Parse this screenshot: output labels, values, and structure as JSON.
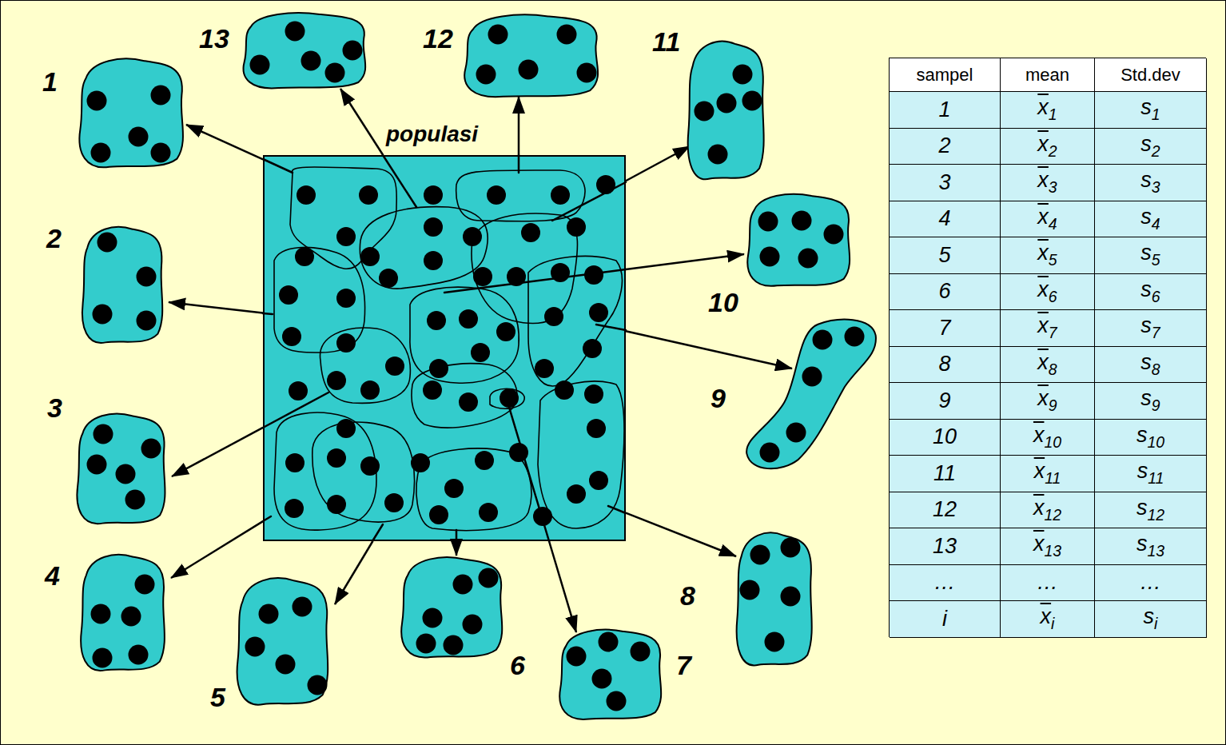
{
  "diagram": {
    "nodes": [
      {
        "text": [
          "populasi"
        ]
      },
      {
        "text": [
          "1"
        ]
      },
      {
        "text": [
          "2"
        ]
      },
      {
        "text": [
          "3"
        ]
      },
      {
        "text": [
          "4"
        ]
      },
      {
        "text": [
          "5"
        ]
      },
      {
        "text": [
          "6"
        ]
      },
      {
        "text": [
          "7"
        ]
      },
      {
        "text": [
          "8"
        ]
      },
      {
        "text": [
          "9"
        ]
      },
      {
        "text": [
          "10"
        ]
      },
      {
        "text": [
          "11"
        ]
      },
      {
        "text": [
          "12"
        ]
      },
      {
        "text": [
          "13"
        ]
      }
    ],
    "edges": [
      {
        "from": 0,
        "to": 1,
        "arrow": "to"
      },
      {
        "from": 0,
        "to": 2,
        "arrow": "to"
      },
      {
        "from": 0,
        "to": 3,
        "arrow": "to"
      },
      {
        "from": 0,
        "to": 4,
        "arrow": "to"
      },
      {
        "from": 0,
        "to": 5,
        "arrow": "to"
      },
      {
        "from": 0,
        "to": 6,
        "arrow": "to"
      },
      {
        "from": 0,
        "to": 7,
        "arrow": "to"
      },
      {
        "from": 0,
        "to": 8,
        "arrow": "to"
      },
      {
        "from": 0,
        "to": 9,
        "arrow": "to"
      },
      {
        "from": 0,
        "to": 10,
        "arrow": "to"
      },
      {
        "from": 0,
        "to": 11,
        "arrow": "to"
      },
      {
        "from": 0,
        "to": 12,
        "arrow": "to"
      },
      {
        "from": 0,
        "to": 13,
        "arrow": "to"
      }
    ],
    "labels": [
      "sampel",
      "mean",
      "Std.dev",
      "1",
      "x1",
      "s1",
      "2",
      "x2",
      "s2",
      "3",
      "x3",
      "s3",
      "4",
      "x4",
      "s4",
      "5",
      "x5",
      "s5",
      "6",
      "x6",
      "s6",
      "7",
      "x7",
      "s7",
      "8",
      "x8",
      "s8",
      "9",
      "x9",
      "s9",
      "10",
      "x10",
      "s10",
      "11",
      "x11",
      "s11",
      "12",
      "x12",
      "s12",
      "13",
      "x13",
      "s13",
      "…",
      "…",
      "…",
      "i",
      "xi",
      "si"
    ]
  }
}
